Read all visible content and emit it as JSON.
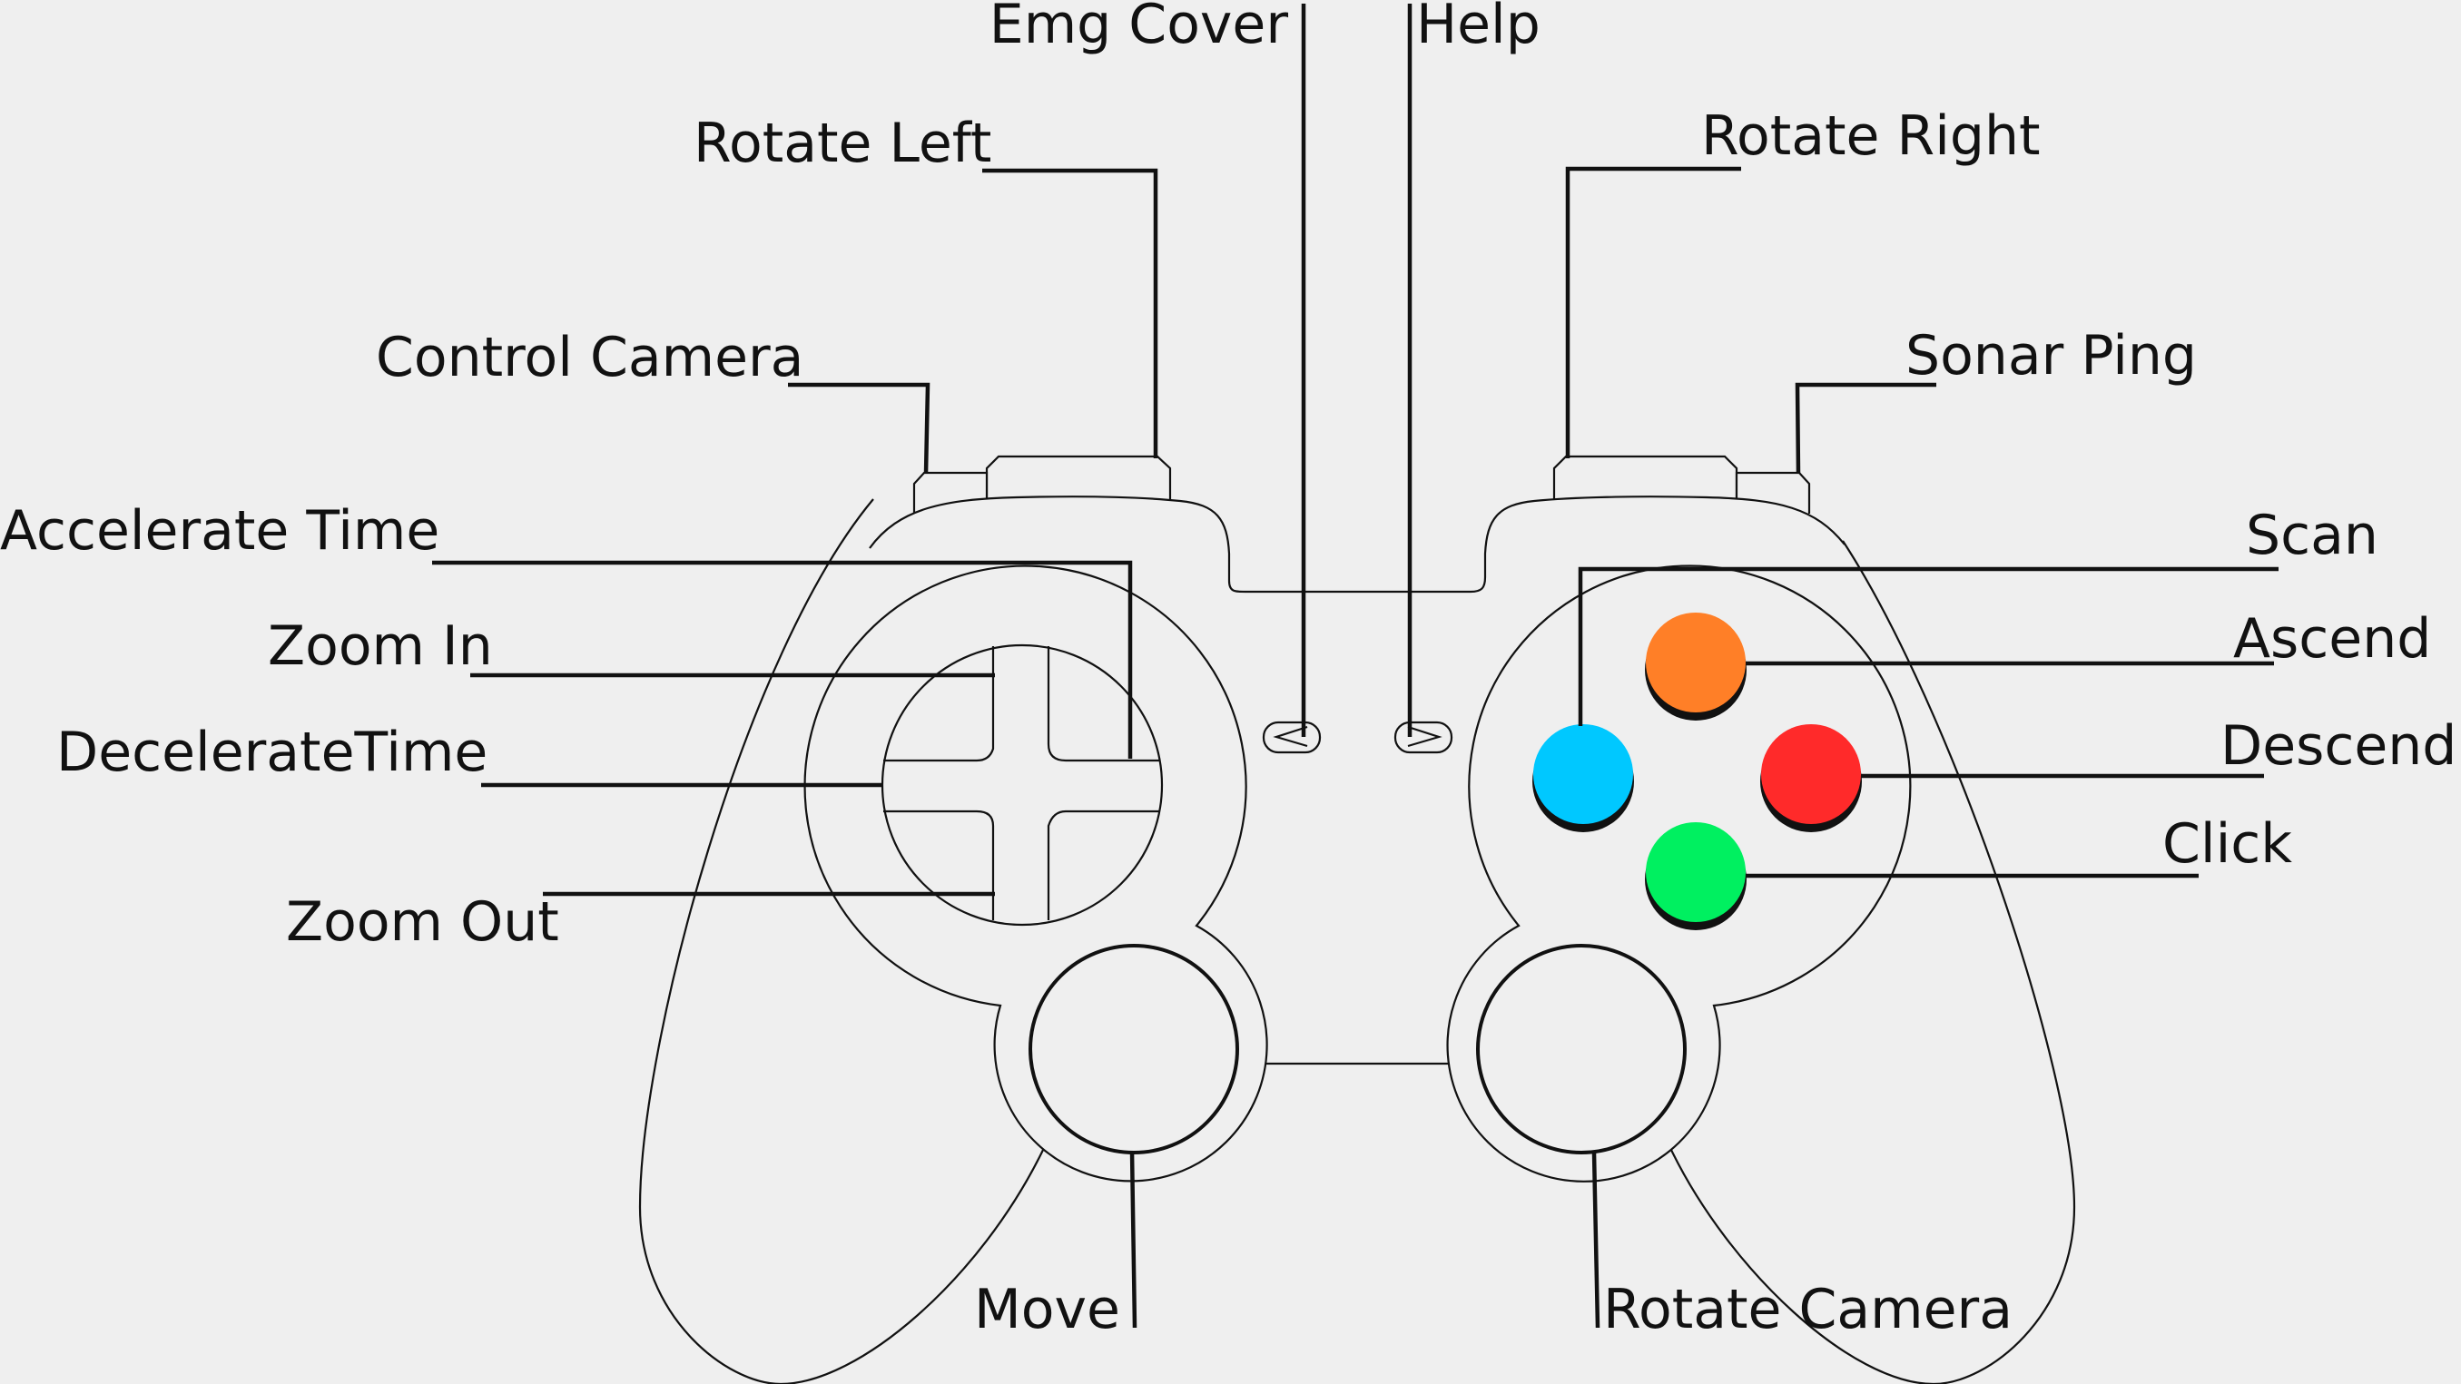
{
  "diagram": {
    "labels": {
      "emg_cover": "Emg Cover",
      "help": "Help",
      "rotate_left": "Rotate Left",
      "rotate_right": "Rotate Right",
      "control_camera": "Control Camera",
      "sonar_ping": "Sonar Ping",
      "accelerate_time": "Accelerate Time",
      "scan": "Scan",
      "zoom_in": "Zoom In",
      "ascend": "Ascend",
      "decelerate_time": "DecelerateTime",
      "descend": "Descend",
      "click": "Click",
      "zoom_out": "Zoom Out",
      "move": "Move",
      "rotate_camera": "Rotate Camera"
    },
    "colors": {
      "background": "#efefef",
      "outline": "#111111",
      "scan_button": "#00c8ff",
      "ascend_button": "#ff7f27",
      "descend_button": "#ff2a2a",
      "click_button": "#00f060"
    },
    "icons": {
      "select_button": "left-triangle-icon",
      "start_button": "right-triangle-icon"
    }
  }
}
